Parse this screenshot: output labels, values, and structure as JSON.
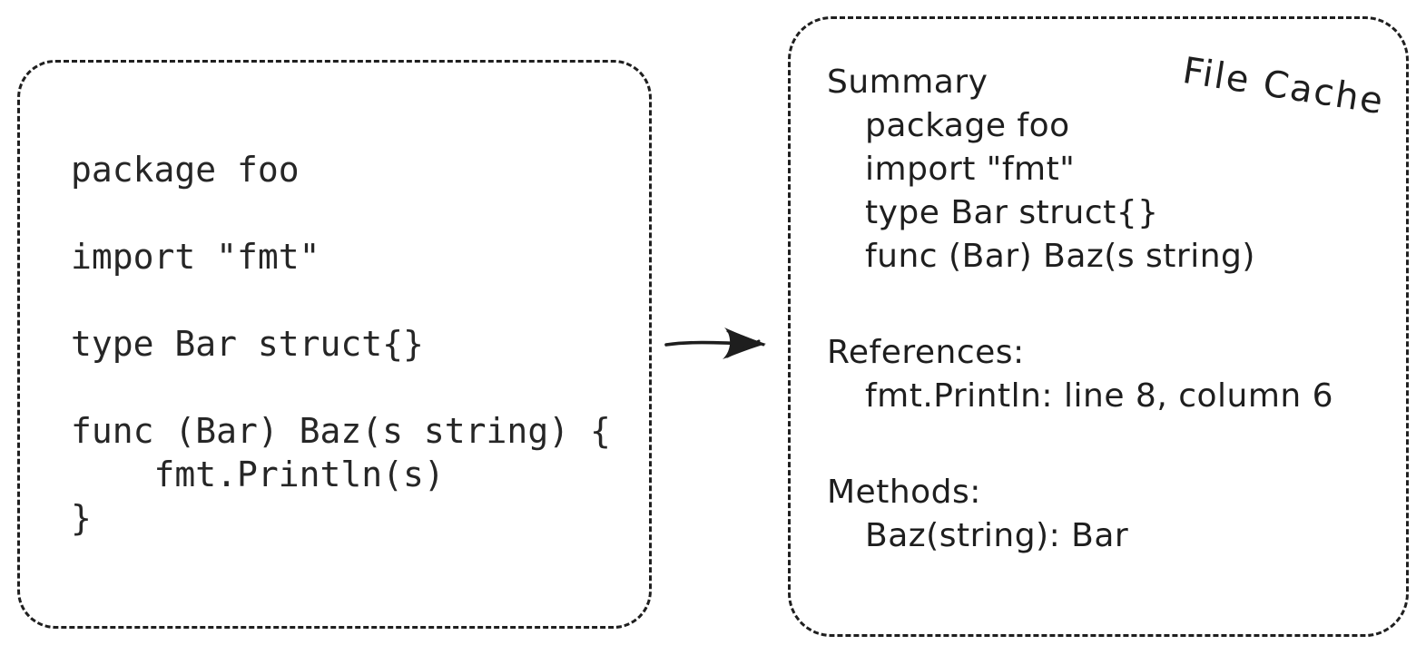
{
  "colors": {
    "ink": "#1e1e1e",
    "code_ink": "#262626",
    "background": "#ffffff"
  },
  "left_box": {
    "code": "package foo\n\nimport \"fmt\"\n\ntype Bar struct{}\n\nfunc (Bar) Baz(s string) {\n    fmt.Println(s)\n}"
  },
  "arrow": {
    "icon": "right-arrow"
  },
  "right_box": {
    "title": "File Cache",
    "sections": [
      {
        "heading": "Summary",
        "items": [
          "package foo",
          "import \"fmt\"",
          "type Bar struct{}",
          "func (Bar) Baz(s string)"
        ]
      },
      {
        "heading": "References:",
        "items": [
          "fmt.Println: line 8, column 6"
        ]
      },
      {
        "heading": "Methods:",
        "items": [
          "Baz(string): Bar"
        ]
      }
    ]
  }
}
